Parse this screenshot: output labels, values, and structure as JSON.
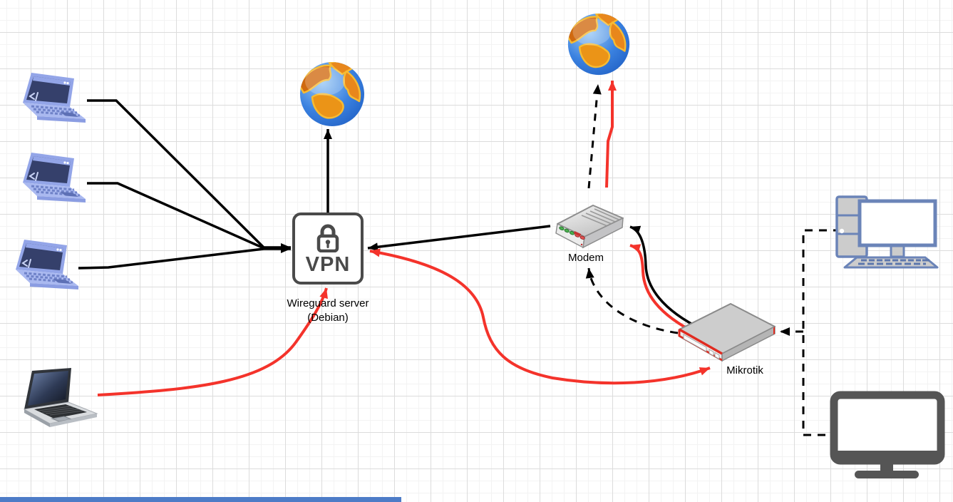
{
  "diagram": {
    "type": "network-topology",
    "tool_style": "drawio-grid-canvas"
  },
  "canvas": {
    "background": "#ffffff",
    "grid_minor_color": "#f3f3f3",
    "grid_major_color": "#dcdcdc"
  },
  "palette": {
    "edge_black": "#000000",
    "edge_red": "#f4332b",
    "vpn_outline_gray": "#4a4a4a",
    "laptop_blue_frame": "#93a5e8",
    "laptop_blue_screen": "#35406b",
    "pc_blue": "#6b84b8",
    "monitor_dark_gray": "#555555",
    "device_gray": "#cdcdcd",
    "led_green": "#4caf50",
    "led_red": "#e05252",
    "globe_ocean": "#3b82e0",
    "globe_land": "#e8871c",
    "globe_land_border": "#f6bb33",
    "mikrotik_red": "#e02b20",
    "scrollbar_blue": "#4d7cc7"
  },
  "nodes": {
    "client_laptop_1": {
      "icon": "laptop-code-icon"
    },
    "client_laptop_2": {
      "icon": "laptop-code-icon"
    },
    "client_laptop_3": {
      "icon": "laptop-code-icon"
    },
    "roaming_laptop": {
      "icon": "laptop-gray-icon"
    },
    "internet_left": {
      "icon": "globe-icon"
    },
    "internet_right": {
      "icon": "globe-icon"
    },
    "vpn_server": {
      "box_label": "VPN",
      "icon": "padlock-icon",
      "caption_line1": "Wireguard server",
      "caption_line2": "(Debian)"
    },
    "modem": {
      "caption": "Modem",
      "icon": "modem-icon",
      "led_colors": [
        "green",
        "green",
        "green",
        "red",
        "red"
      ]
    },
    "mikrotik": {
      "caption": "Mikrotik",
      "icon": "router-icon"
    },
    "desktop_pc": {
      "icon": "desktop-computer-icon"
    },
    "monitor": {
      "icon": "monitor-icon"
    }
  },
  "edges": [
    {
      "id": "laptop1-vpn",
      "from": "client_laptop_1",
      "to": "vpn_server",
      "style": "solid",
      "color": "black",
      "arrow": "to"
    },
    {
      "id": "laptop2-vpn",
      "from": "client_laptop_2",
      "to": "vpn_server",
      "style": "solid",
      "color": "black",
      "arrow": "to"
    },
    {
      "id": "laptop3-vpn",
      "from": "client_laptop_3",
      "to": "vpn_server",
      "style": "solid",
      "color": "black",
      "arrow": "to"
    },
    {
      "id": "vpn-internet",
      "from": "vpn_server",
      "to": "internet_left",
      "style": "solid",
      "color": "black",
      "arrow": "to"
    },
    {
      "id": "modem-vpn",
      "from": "modem",
      "to": "vpn_server",
      "style": "solid",
      "color": "black",
      "arrow": "to"
    },
    {
      "id": "mikrotik-modem-black",
      "from": "mikrotik",
      "to": "modem",
      "style": "solid",
      "color": "black",
      "arrow": "to"
    },
    {
      "id": "mikrotik-modem-red",
      "from": "mikrotik",
      "to": "modem",
      "style": "solid",
      "color": "red",
      "arrow": "to"
    },
    {
      "id": "mikrotik-modem-dashed",
      "from": "mikrotik",
      "to": "modem",
      "style": "dashed",
      "color": "black",
      "arrow": "to"
    },
    {
      "id": "modem-internet-dashed",
      "from": "modem",
      "to": "internet_right",
      "style": "dashed",
      "color": "black",
      "arrow": "to"
    },
    {
      "id": "modem-internet-red",
      "from": "modem",
      "to": "internet_right",
      "style": "solid",
      "color": "red",
      "arrow": "to"
    },
    {
      "id": "roaming-laptop-vpn-red",
      "from": "roaming_laptop",
      "to": "vpn_server",
      "style": "solid",
      "color": "red",
      "arrow": "to"
    },
    {
      "id": "vpn-mikrotik-red",
      "from": "vpn_server",
      "to": "mikrotik",
      "style": "solid",
      "color": "red",
      "arrow": "both"
    },
    {
      "id": "pc-mikrotik-dashed",
      "from": "desktop_pc",
      "to": "mikrotik",
      "style": "dashed",
      "color": "black",
      "arrow": "to"
    },
    {
      "id": "monitor-mikrotik-dashed",
      "from": "monitor",
      "to": "mikrotik",
      "style": "dashed",
      "color": "black",
      "arrow": "to"
    }
  ],
  "scrollbar": {
    "horizontal_thumb": true
  }
}
